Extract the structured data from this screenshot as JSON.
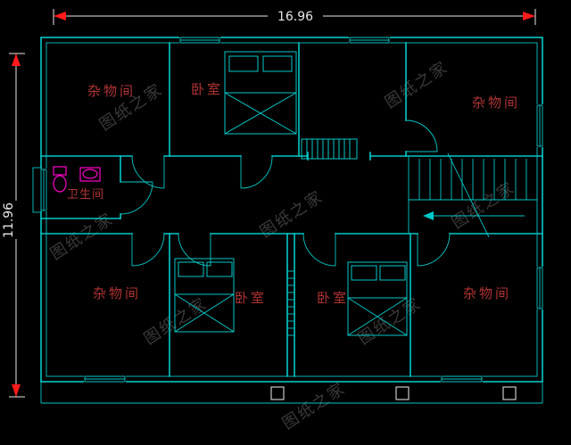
{
  "plan": {
    "dim_top": "16.96",
    "dim_left": "11.96",
    "watermark": "图纸之家",
    "rooms": {
      "storage_tl": "杂物间",
      "bedroom_top": "卧室",
      "storage_tr": "杂物间",
      "bathroom": "卫生间",
      "storage_bl": "杂物间",
      "bedroom_b1": "卧室",
      "bedroom_b2": "卧室",
      "storage_br": "杂物间"
    },
    "colors": {
      "background": "#000000",
      "wall": "#00c8c8",
      "label": "#b03333",
      "dimension_text": "#e8e8e8",
      "dimension_arrow": "#ff1a1a",
      "fixture": "#ff00cc",
      "watermark": "#3a3a3a"
    }
  }
}
